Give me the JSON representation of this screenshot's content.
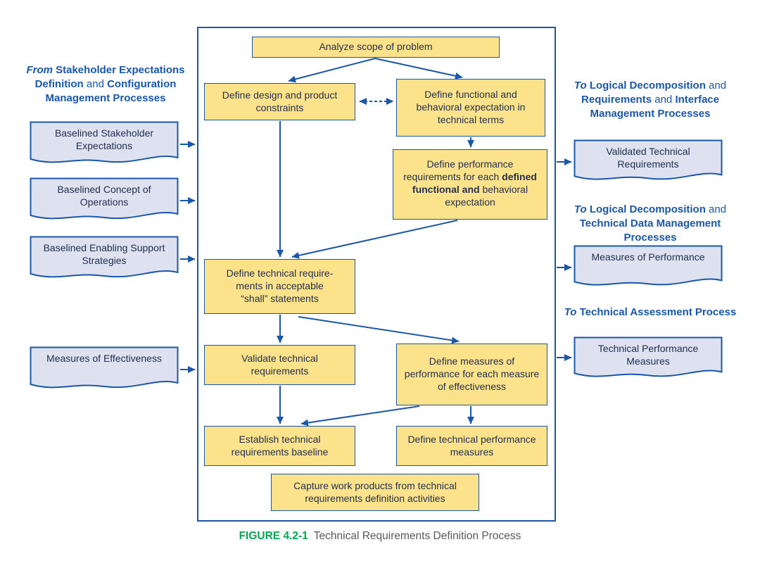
{
  "colors": {
    "blue": "#1b57a8",
    "yellow": "#fbe28b",
    "doc_fill": "#dde1f0",
    "ink": "#25304f",
    "caption_accent": "#00a651",
    "caption_text_color": "#58595b"
  },
  "left_panel": {
    "header": {
      "from": "From",
      "bold1": "Stakeholder Expectations Definition",
      "and1": "and",
      "bold2": "Configuration Management Processes"
    },
    "docs": [
      {
        "label": "Baselined Stakeholder Expectations"
      },
      {
        "label": "Baselined Concept of Operations"
      },
      {
        "label": "Baselined Enabling Support Strategies"
      },
      {
        "label": "Measures of Effectiveness"
      }
    ]
  },
  "right_panel": {
    "headers": [
      {
        "to": "To",
        "bold1": "Logical Decomposition",
        "and1": "and",
        "bold2": "Requirements",
        "and2": "and",
        "bold3": "Interface Management Processes"
      },
      {
        "to": "To",
        "bold1": "Logical Decomposition",
        "and1": "and",
        "bold2": "Technical Data Management Processes"
      },
      {
        "to": "To",
        "bold1": "Technical Assessment Process"
      }
    ],
    "docs": [
      {
        "label": "Validated Technical Requirements"
      },
      {
        "label": "Measures of Performance"
      },
      {
        "label": "Technical Performance Measures"
      }
    ]
  },
  "process": {
    "analyze": "Analyze scope of problem",
    "design": "Define design and product constraints",
    "functional": "Define functional and behavioral expectation in technical terms",
    "performance": {
      "pre": "Define performance requirements for each ",
      "bold": "defined functional and",
      "post": " behavioral expectation"
    },
    "shall": {
      "line1": "Define technical require-",
      "line2": "ments in acceptable",
      "line3": "“shall” statements"
    },
    "validate": "Validate technical requirements",
    "measures": "Define measures of performance for each measure of effectiveness",
    "establish": "Establish technical requirements baseline",
    "tpm": "Define technical performance measures",
    "capture": "Capture work products from technical requirements definition activities"
  },
  "caption": {
    "label": "FIGURE 4.2-1",
    "text": "Technical Requirements Definition Process"
  }
}
